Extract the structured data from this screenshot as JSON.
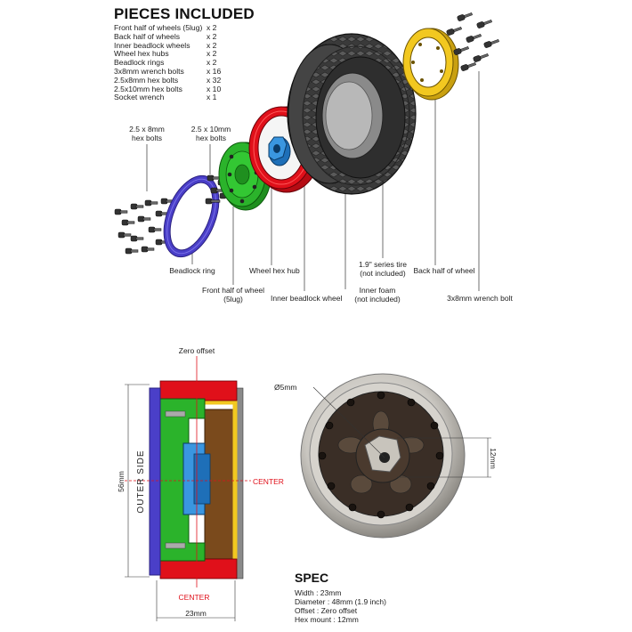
{
  "pieces": {
    "title": "PIECES INCLUDED",
    "items": [
      {
        "name": "Front half of wheels (5lug)",
        "qty": "x 2"
      },
      {
        "name": "Back half of wheels",
        "qty": "x 2"
      },
      {
        "name": "Inner beadlock wheels",
        "qty": "x 2"
      },
      {
        "name": "Wheel hex hubs",
        "qty": "x 2"
      },
      {
        "name": "Beadlock rings",
        "qty": "x 2"
      },
      {
        "name": "3x8mm wrench bolts",
        "qty": "x 16"
      },
      {
        "name": "2.5x8mm hex bolts",
        "qty": "x 32"
      },
      {
        "name": "2.5x10mm hex bolts",
        "qty": "x 10"
      },
      {
        "name": "Socket wrench",
        "qty": "x 1"
      }
    ]
  },
  "exploded": {
    "label_25x8_l1": "2.5 x 8mm",
    "label_25x8_l2": "hex bolts",
    "label_25x10_l1": "2.5 x 10mm",
    "label_25x10_l2": "hex bolts",
    "beadlock_ring": "Beadlock ring",
    "front_half_l1": "Front half of wheel",
    "front_half_l2": "(5lug)",
    "wheel_hex_hub": "Wheel hex hub",
    "inner_beadlock": "Inner beadlock wheel",
    "tire_l1": "1.9\" series tire",
    "tire_l2": "(not included)",
    "foam_l1": "Inner foam",
    "foam_l2": "(not included)",
    "back_half": "Back half of wheel",
    "wrench_bolt": "3x8mm wrench bolt"
  },
  "section": {
    "zero_offset": "Zero offset",
    "outer_side": "OUTER  SIDE",
    "center_right": "CENTER",
    "center_bottom": "CENTER",
    "height": "56mm",
    "width": "23mm"
  },
  "photo": {
    "diameter_small": "Ø5mm",
    "hex_size": "12mm"
  },
  "spec": {
    "title": "SPEC",
    "lines": [
      "Width : 23mm",
      "Diameter : 48mm (1.9 inch)",
      "Offset : Zero offset",
      "Hex mount : 12mm"
    ]
  },
  "colors": {
    "red": "#e0101a",
    "green": "#2bb32b",
    "blue": "#3a96e0",
    "purple": "#4a3fc8",
    "yellow": "#f2c820",
    "brown": "#7a4a1c"
  }
}
